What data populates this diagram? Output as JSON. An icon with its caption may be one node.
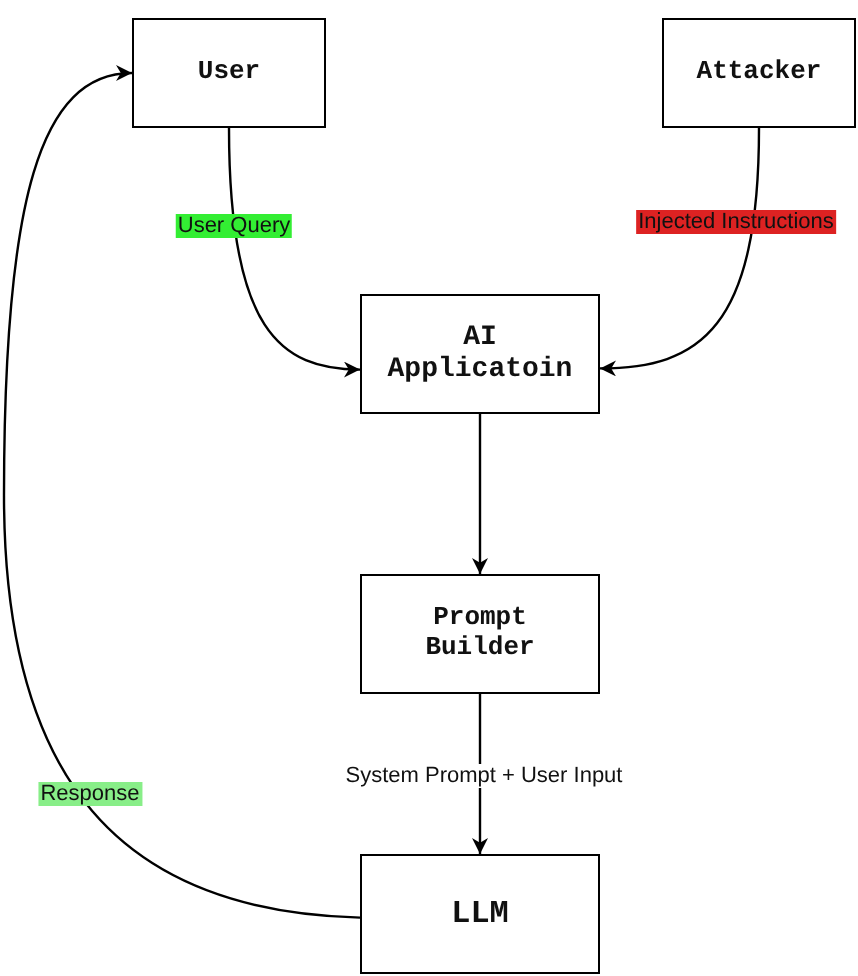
{
  "diagram": {
    "nodes": [
      {
        "text": [
          "User"
        ]
      },
      {
        "text": [
          "Attacker"
        ]
      },
      {
        "text": [
          "AI Applicatoin"
        ]
      },
      {
        "text": [
          "Prompt Builder"
        ]
      },
      {
        "text": [
          "LLM"
        ]
      }
    ],
    "edges": [
      {
        "from": 0,
        "to": 2,
        "arrow": "to",
        "label": "User Query"
      },
      {
        "from": 1,
        "to": 2,
        "arrow": "to",
        "label": "Injected Instructions"
      },
      {
        "from": 2,
        "to": 3,
        "arrow": "to"
      },
      {
        "from": 3,
        "to": 4,
        "arrow": "to",
        "label": "System Prompt + User Input"
      },
      {
        "from": 4,
        "to": 0,
        "arrow": "to",
        "label": "Response"
      }
    ]
  }
}
